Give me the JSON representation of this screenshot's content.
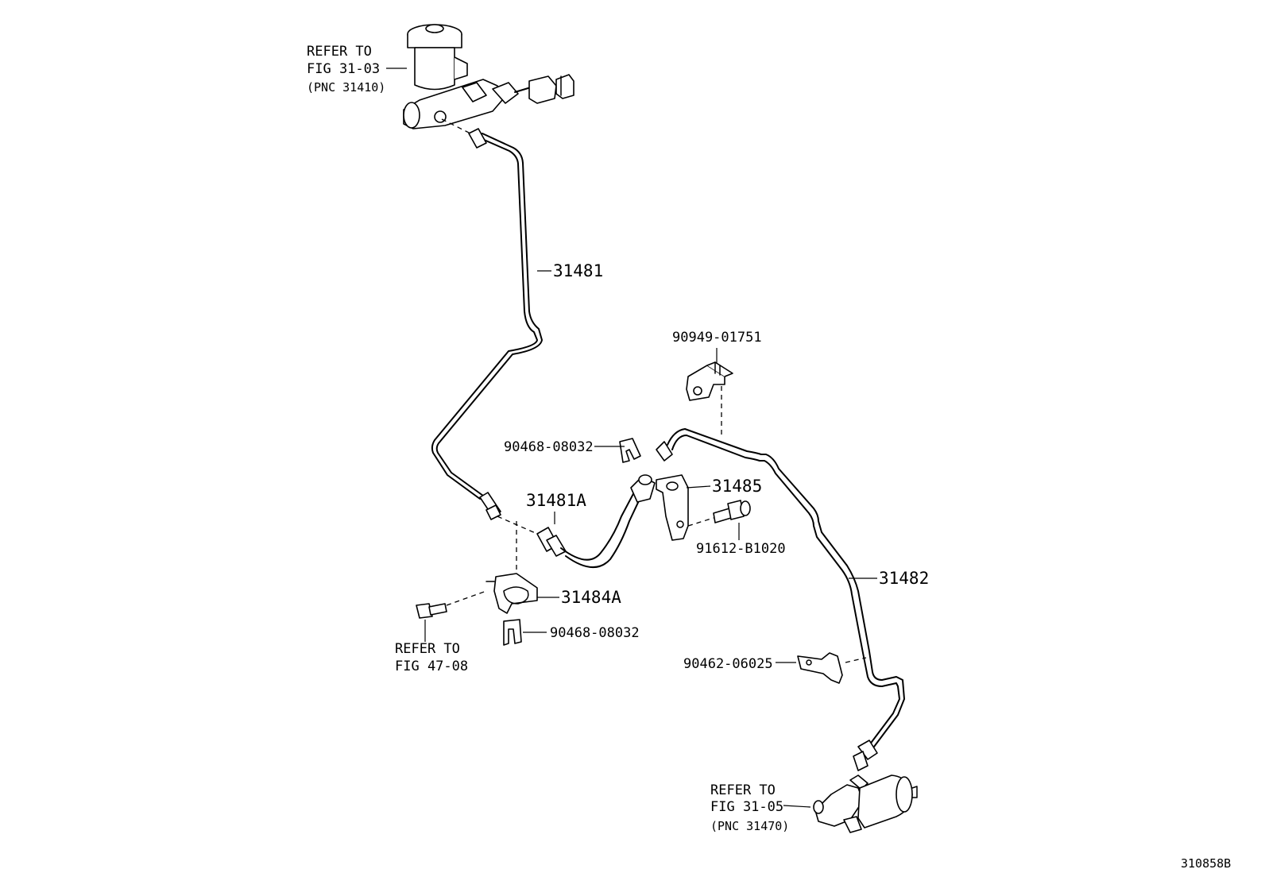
{
  "diagram_id": "310858B",
  "callouts": {
    "refer_master_cylinder": [
      "REFER TO",
      "FIG 31-03",
      "(PNC 31410)"
    ],
    "refer_bolt": [
      "REFER TO",
      "FIG 47-08"
    ],
    "refer_release_cylinder": [
      "REFER TO",
      "FIG 31-05",
      "(PNC 31470)"
    ]
  },
  "part_labels": {
    "tube_upper": "31481",
    "hose": "31481A",
    "bracket_lower": "31484A",
    "clip_upper": "90468-08032",
    "clip_lower": "90468-08032",
    "bracket_right": "31485",
    "bolt": "91612-B1020",
    "clamp_top": "90949-01751",
    "tube_lower": "31482",
    "clamp_lower": "90462-06025"
  }
}
